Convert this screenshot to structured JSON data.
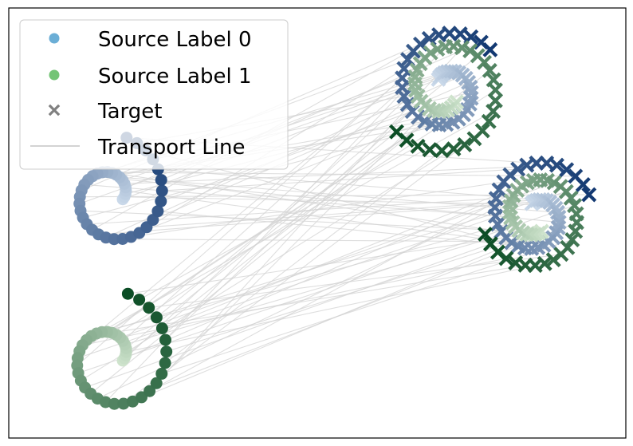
{
  "chart_data": {
    "type": "scatter",
    "title": "",
    "xlabel": "",
    "ylabel": "",
    "xlim": [
      -12.0,
      12.0
    ],
    "ylim": [
      -7.0,
      9.0
    ],
    "grid": false,
    "axes_ticks": false,
    "legend": {
      "placement": "top-left",
      "entries": [
        {
          "label": "Source Label 0",
          "marker": "circle",
          "color": "#6baed6"
        },
        {
          "label": "Source Label 1",
          "marker": "circle",
          "color": "#74c476"
        },
        {
          "label": "Target",
          "marker": "x",
          "color": "#808080"
        },
        {
          "label": "Transport Line",
          "marker": "line",
          "color": "#d3d3d3"
        }
      ]
    },
    "colors": {
      "source0_light": "#deebf7",
      "source0_dark": "#08306b",
      "source1_light": "#e5f5e0",
      "source1_dark": "#00441b",
      "transport_line": "#d3d3d3"
    },
    "spiral_samples_per_cluster": 40,
    "series": [
      {
        "role": "source",
        "label_index": 0,
        "marker": "circle",
        "center": [
          -8.0,
          2.0
        ],
        "inner_radius": 0.45,
        "outer_radius": 2.25,
        "start_angle_deg": -15,
        "turns": 1.25,
        "direction": "ccw"
      },
      {
        "role": "source",
        "label_index": 1,
        "marker": "circle",
        "center": [
          -8.0,
          -4.0
        ],
        "inner_radius": 0.45,
        "outer_radius": 2.45,
        "start_angle_deg": -15,
        "turns": 1.25,
        "direction": "ccw"
      },
      {
        "role": "target",
        "label_index": 0,
        "marker": "x",
        "center": [
          5.0,
          6.0
        ],
        "inner_radius": 0.45,
        "outer_radius": 2.25,
        "start_angle_deg": 130,
        "turns": 1.25,
        "direction": "cw"
      },
      {
        "role": "target",
        "label_index": 1,
        "marker": "x",
        "center": [
          5.0,
          6.0
        ],
        "inner_radius": 0.65,
        "outer_radius": 2.5,
        "start_angle_deg": -50,
        "turns": 1.25,
        "direction": "cw"
      },
      {
        "role": "target",
        "label_index": 0,
        "marker": "x",
        "center": [
          8.5,
          1.3
        ],
        "inner_radius": 0.45,
        "outer_radius": 2.2,
        "start_angle_deg": 110,
        "turns": 1.25,
        "direction": "cw"
      },
      {
        "role": "target",
        "label_index": 1,
        "marker": "x",
        "center": [
          8.5,
          1.3
        ],
        "inner_radius": 0.65,
        "outer_radius": 2.1,
        "start_angle_deg": -70,
        "turns": 1.25,
        "direction": "cw"
      }
    ],
    "transport_lines": "each source point is linked to a target point"
  }
}
